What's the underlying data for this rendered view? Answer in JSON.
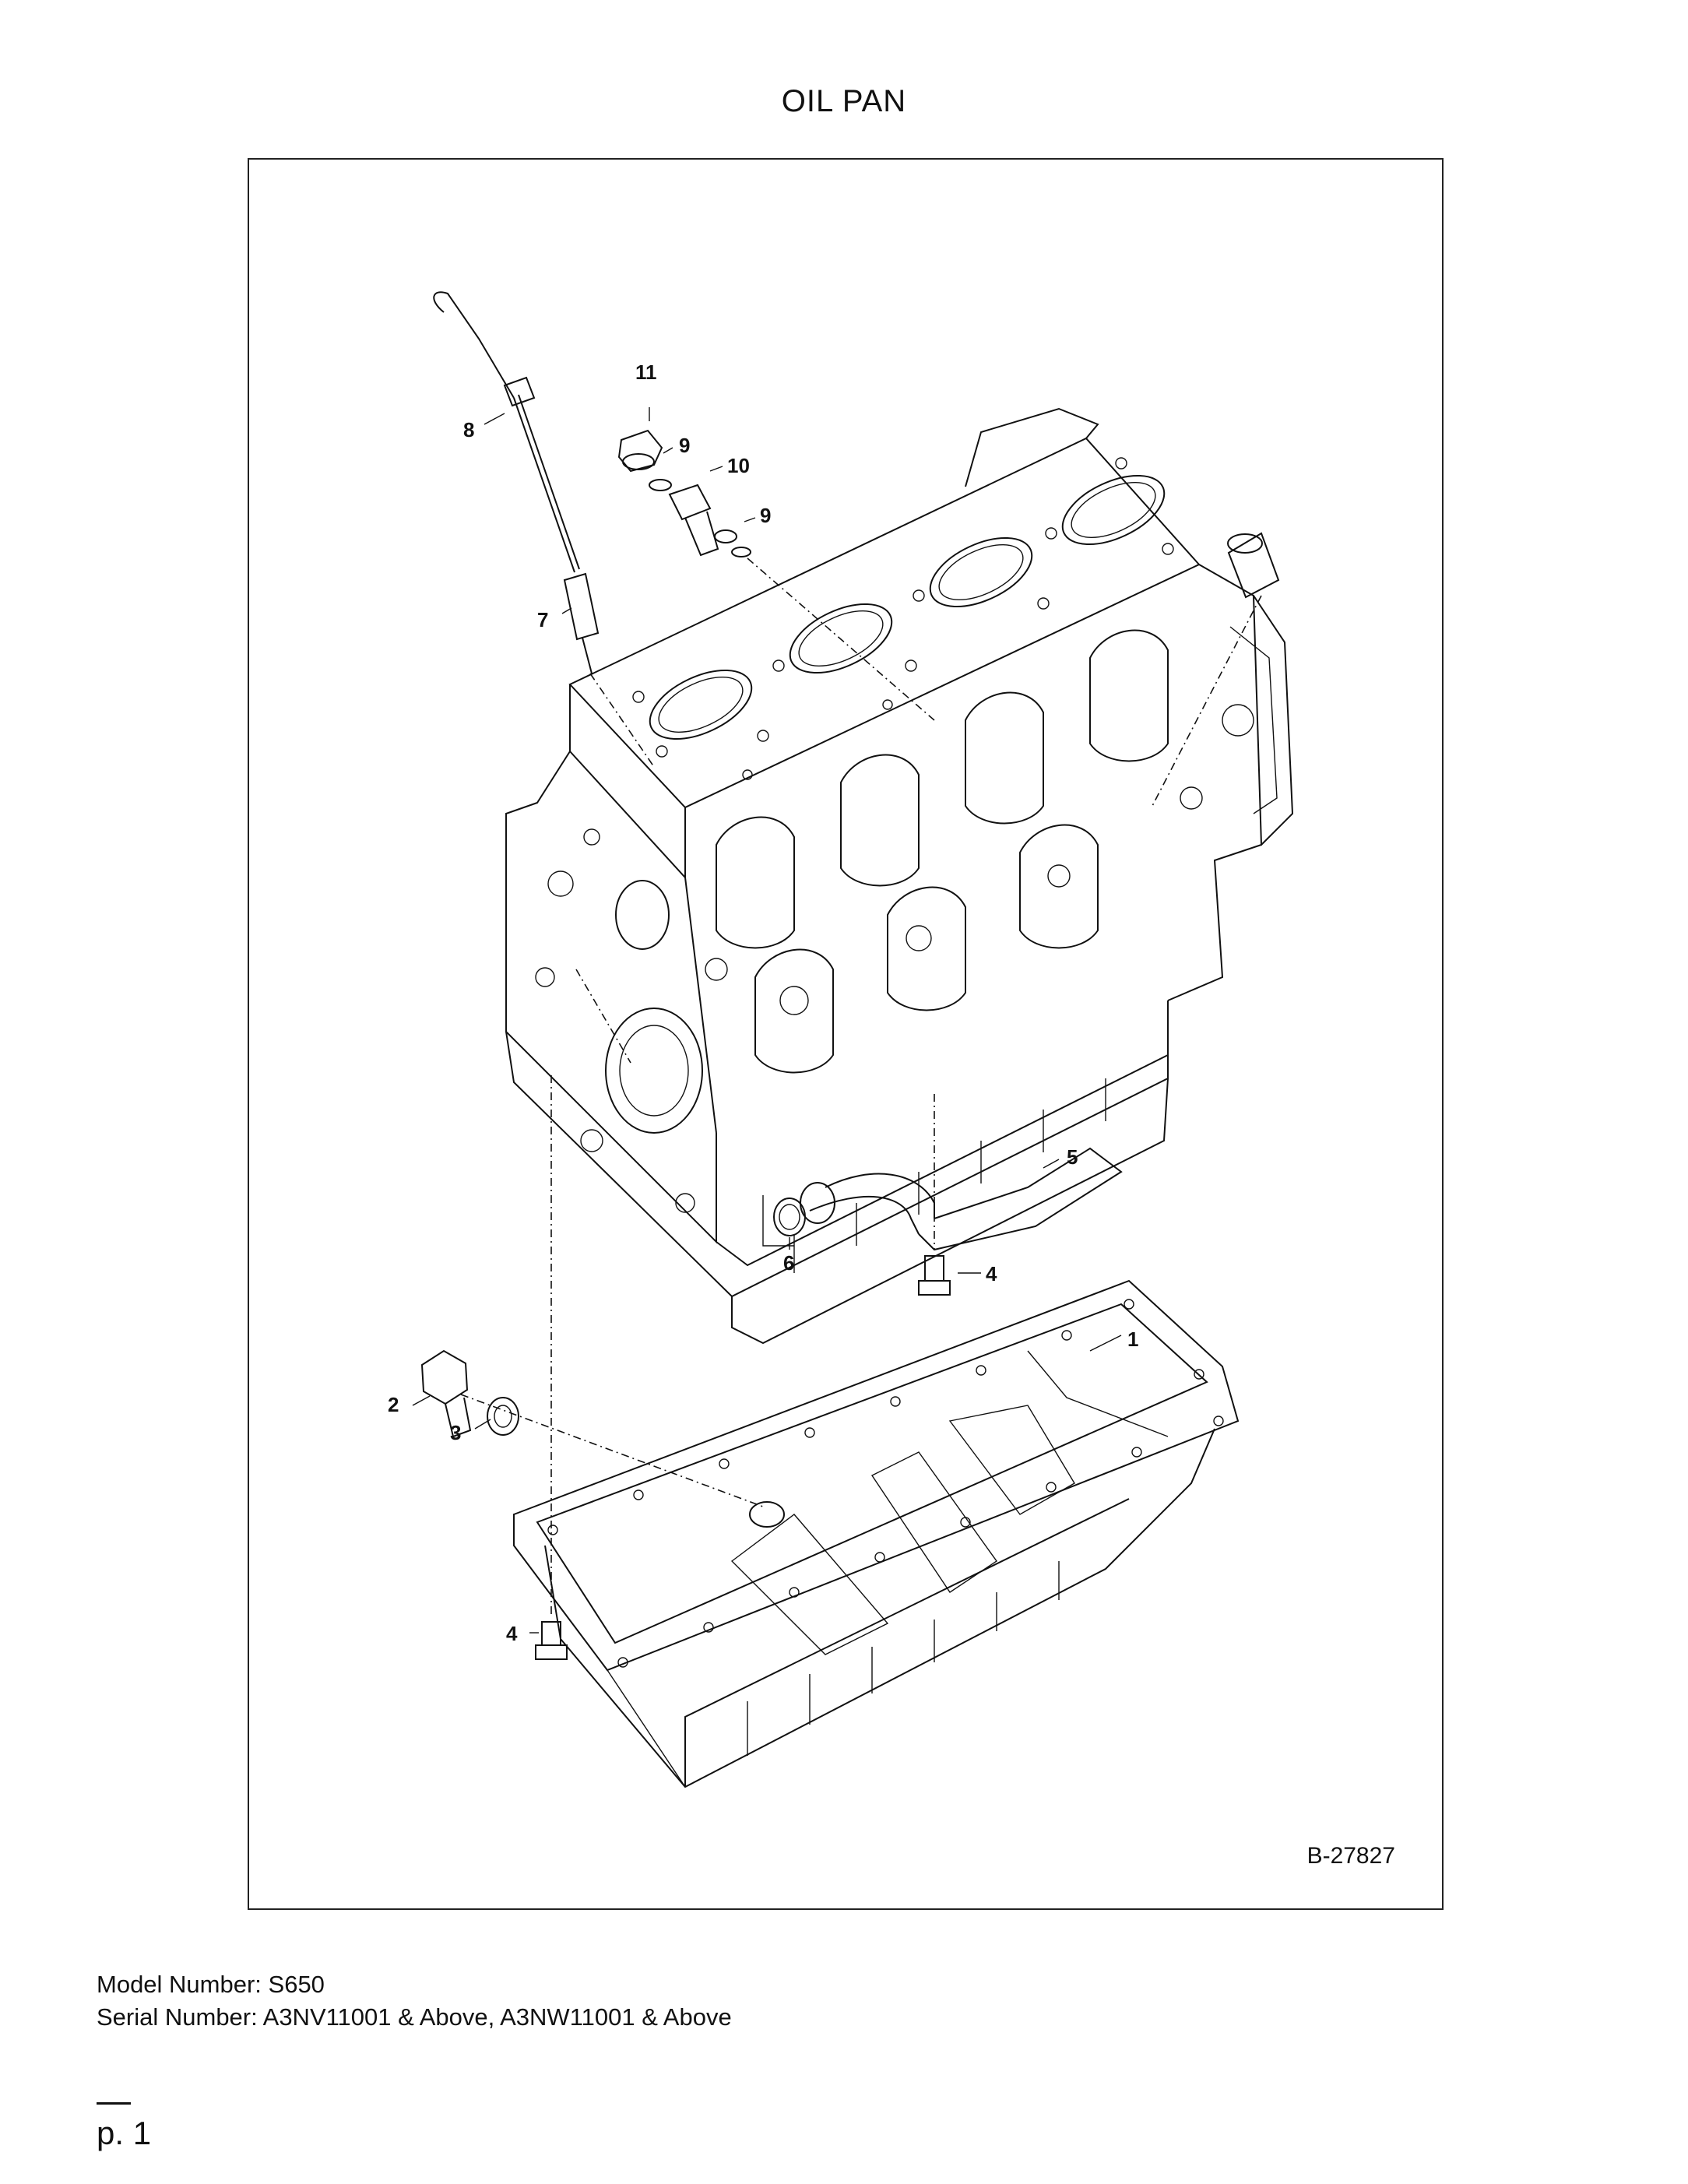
{
  "page": {
    "title": "OIL PAN",
    "figure_code": "B-27827",
    "model_line": "Model Number: S650",
    "serial_line": "Serial Number: A3NV11001 & Above, A3NW11001 & Above",
    "page_number": "p. 1"
  },
  "callouts": {
    "c1": "1",
    "c2": "2",
    "c3": "3",
    "c4a": "4",
    "c4b": "4",
    "c5": "5",
    "c6": "6",
    "c7": "7",
    "c8": "8",
    "c9a": "9",
    "c9b": "9",
    "c10": "10",
    "c11": "11"
  }
}
